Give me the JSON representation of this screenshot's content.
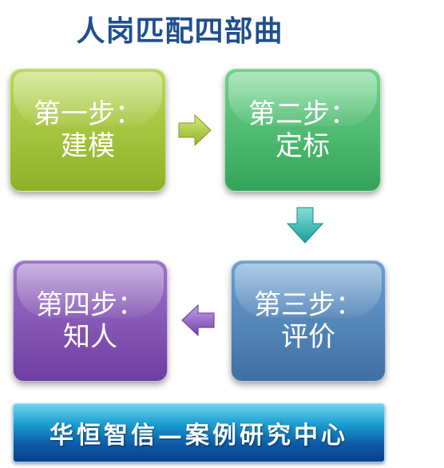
{
  "title": "人岗匹配四部曲",
  "steps": [
    {
      "line1": "第一步：",
      "line2": "建模"
    },
    {
      "line1": "第二步：",
      "line2": "定标"
    },
    {
      "line1": "第三步：",
      "line2": "评价"
    },
    {
      "line1": "第四步：",
      "line2": "知人"
    }
  ],
  "banner": "华恒智信—案例研究中心",
  "colors": {
    "title": "#1f4f8f",
    "step1": "#a7c43a",
    "step2": "#4dbb6e",
    "step3": "#5286ba",
    "step4": "#8856b6",
    "banner": "#0e5aa8"
  }
}
